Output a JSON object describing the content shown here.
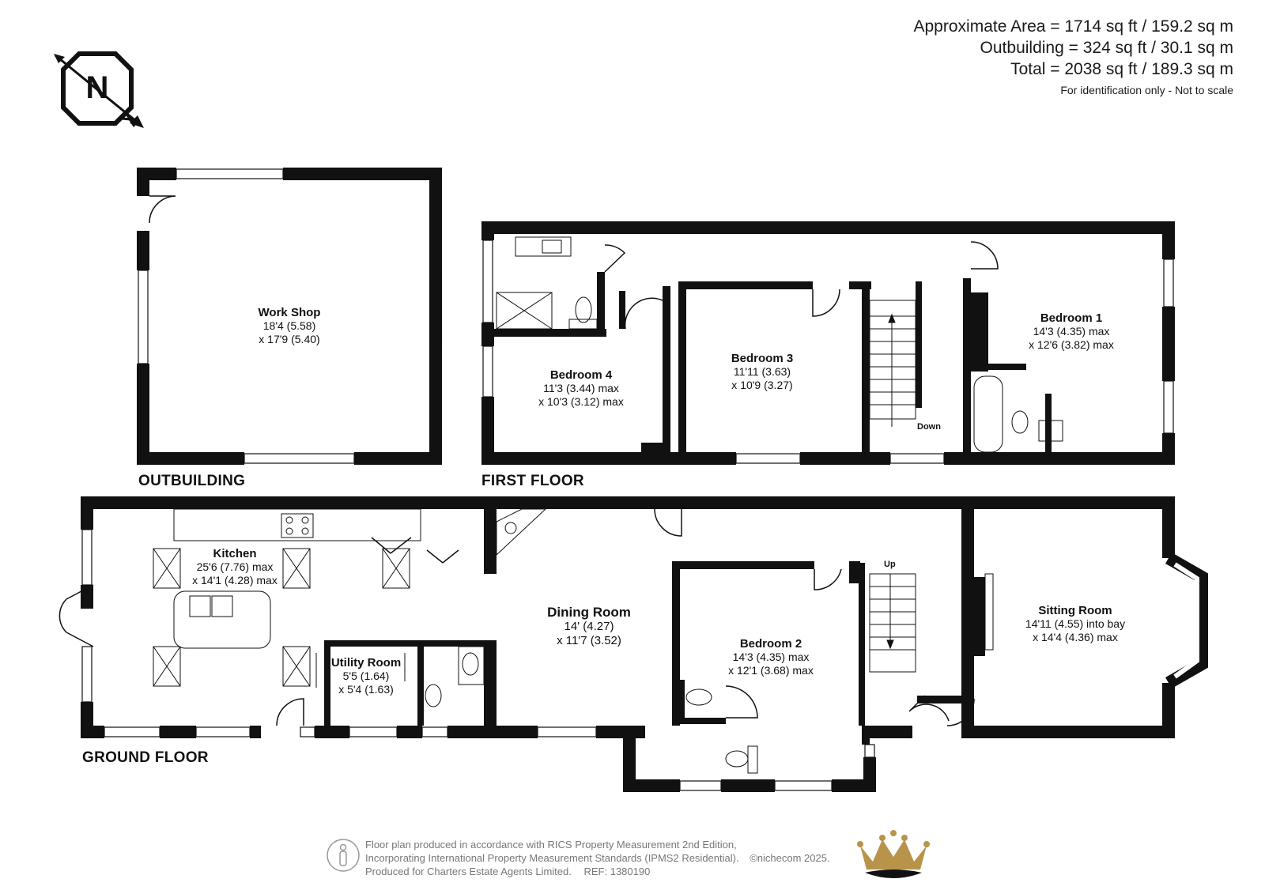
{
  "areas": {
    "approximate": "Approximate Area = 1714 sq ft / 159.2 sq m",
    "outbuilding": "Outbuilding = 324 sq ft / 30.1 sq m",
    "total": "Total = 2038 sq ft / 189.3 sq m",
    "note": "For identification only - Not to scale"
  },
  "compass": {
    "letter": "N",
    "icon": "north-compass-icon"
  },
  "floors": {
    "outbuilding": "OUTBUILDING",
    "first": "FIRST FLOOR",
    "ground": "GROUND FLOOR"
  },
  "rooms": {
    "workshop": {
      "name": "Work Shop",
      "dim1": "18'4 (5.58)",
      "dim2": "x 17'9 (5.40)"
    },
    "bedroom4": {
      "name": "Bedroom 4",
      "dim1": "11'3 (3.44) max",
      "dim2": "x 10'3 (3.12) max"
    },
    "bedroom3": {
      "name": "Bedroom 3",
      "dim1": "11'11 (3.63)",
      "dim2": "x 10'9 (3.27)"
    },
    "bedroom1": {
      "name": "Bedroom 1",
      "dim1": "14'3 (4.35) max",
      "dim2": "x 12'6 (3.82) max"
    },
    "kitchen": {
      "name": "Kitchen",
      "dim1": "25'6 (7.76) max",
      "dim2": "x 14'1 (4.28) max"
    },
    "utility": {
      "name": "Utility Room",
      "dim1": "5'5 (1.64)",
      "dim2": "x 5'4 (1.63)"
    },
    "dining": {
      "name": "Dining Room",
      "dim1": "14' (4.27)",
      "dim2": "x 11'7 (3.52)"
    },
    "bedroom2": {
      "name": "Bedroom 2",
      "dim1": "14'3 (4.35) max",
      "dim2": "x 12'1 (3.68) max"
    },
    "sitting": {
      "name": "Sitting Room",
      "dim1": "14'11 (4.55) into bay",
      "dim2": "x 14'4 (4.36) max"
    }
  },
  "stairs": {
    "down": "Down",
    "up": "Up"
  },
  "footer": {
    "line1": "Floor plan produced in accordance with RICS Property Measurement 2nd Edition,",
    "line2": "Incorporating International Property Measurement Standards (IPMS2 Residential).",
    "copyright": "©nichecom 2025.",
    "line3": "Produced for Charters Estate Agents Limited.",
    "ref": "REF: 1380190"
  },
  "colors": {
    "wall": "#111111",
    "crown": "#b8944a"
  }
}
